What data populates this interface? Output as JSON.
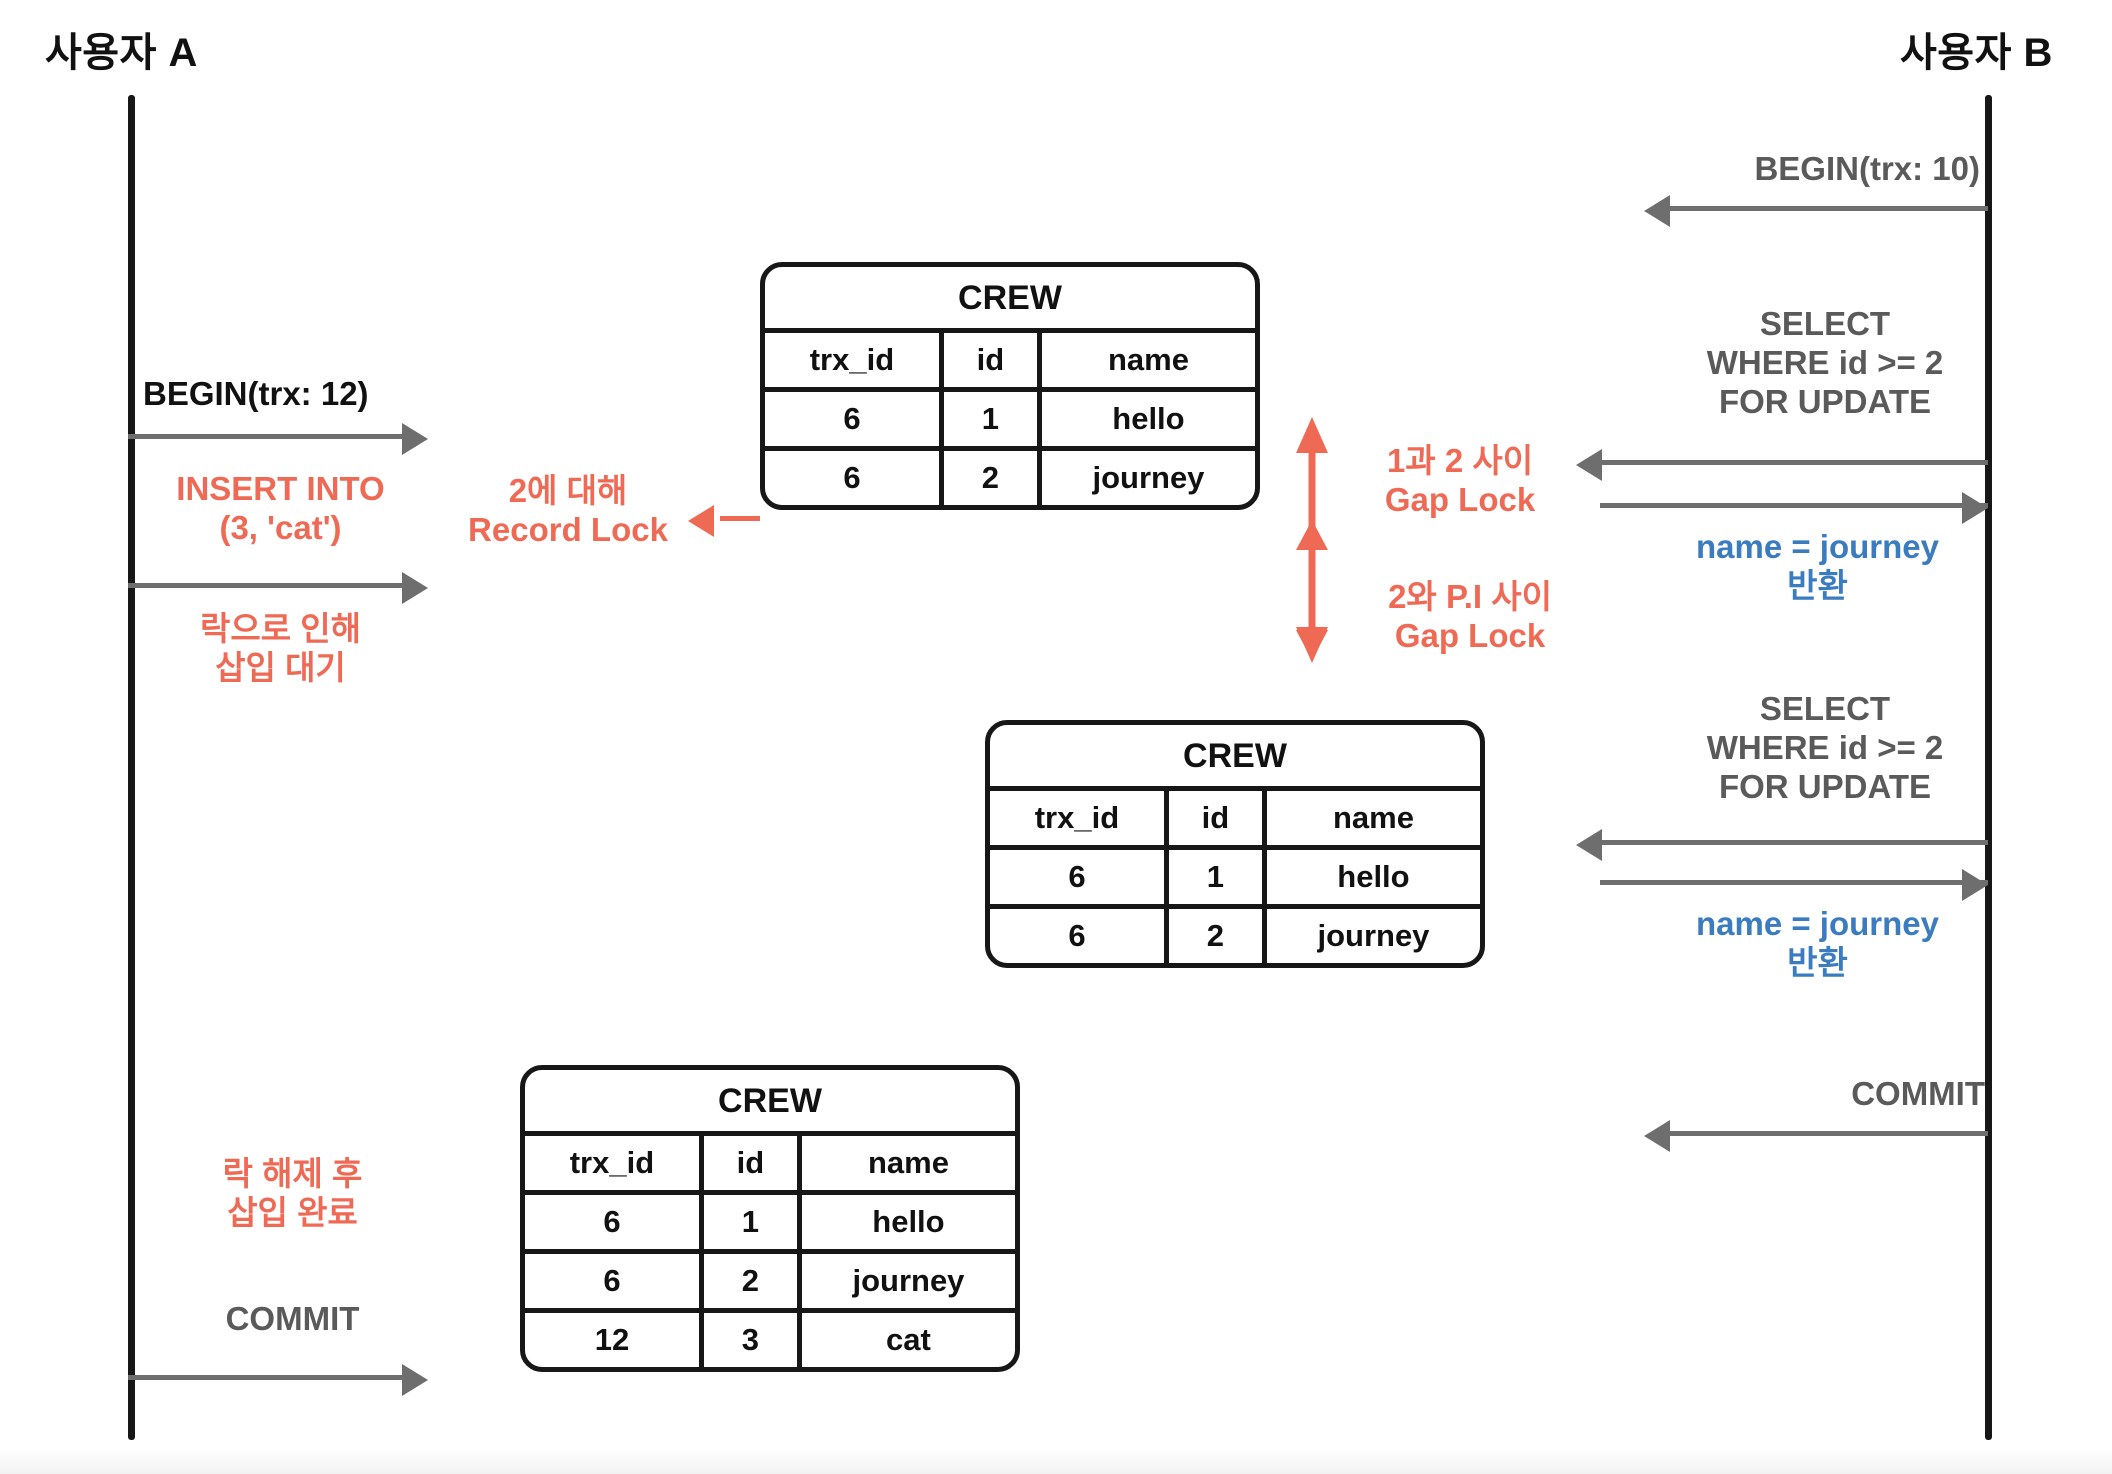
{
  "diagram": {
    "title_left": "사용자 A",
    "title_right": "사용자 B",
    "colors": {
      "lifeline": "#171717",
      "arrow": "#6e6e6e",
      "accent_red": "#ef6a55",
      "accent_blue": "#3a7cbf",
      "text_dark": "#111111",
      "text_gray": "#5a5a5a"
    }
  },
  "messages": {
    "b_begin": "BEGIN(trx: 10)",
    "b_select_1": "SELECT\nWHERE id >= 2\nFOR UPDATE",
    "b_select_1_l1": "SELECT",
    "b_select_1_l2": "WHERE id >= 2",
    "b_select_1_l3": "FOR UPDATE",
    "b_return_1_l1": "name = journey",
    "b_return_1_l2": "반환",
    "b_select_2_l1": "SELECT",
    "b_select_2_l2": "WHERE id >= 2",
    "b_select_2_l3": "FOR UPDATE",
    "b_return_2_l1": "name = journey",
    "b_return_2_l2": "반환",
    "b_commit": "COMMIT",
    "a_begin": "BEGIN(trx: 12)",
    "a_insert_l1": "INSERT INTO",
    "a_insert_l2": "(3, 'cat')",
    "a_wait_l1": "락으로 인해",
    "a_wait_l2": "삽입 대기",
    "a_done_l1": "락 해제 후",
    "a_done_l2": "삽입 완료",
    "a_commit": "COMMIT"
  },
  "annotations": {
    "record_lock_l1": "2에 대해",
    "record_lock_l2": "Record Lock",
    "gap_lock_1_l1": "1과 2 사이",
    "gap_lock_1_l2": "Gap Lock",
    "gap_lock_2_l1": "2와 P.I 사이",
    "gap_lock_2_l2": "Gap Lock"
  },
  "tables": [
    {
      "name": "table-1",
      "title": "CREW",
      "columns": [
        "trx_id",
        "id",
        "name"
      ],
      "rows": [
        [
          "6",
          "1",
          "hello"
        ],
        [
          "6",
          "2",
          "journey"
        ]
      ]
    },
    {
      "name": "table-2",
      "title": "CREW",
      "columns": [
        "trx_id",
        "id",
        "name"
      ],
      "rows": [
        [
          "6",
          "1",
          "hello"
        ],
        [
          "6",
          "2",
          "journey"
        ]
      ]
    },
    {
      "name": "table-3",
      "title": "CREW",
      "columns": [
        "trx_id",
        "id",
        "name"
      ],
      "rows": [
        [
          "6",
          "1",
          "hello"
        ],
        [
          "6",
          "2",
          "journey"
        ],
        [
          "12",
          "3",
          "cat"
        ]
      ]
    }
  ]
}
